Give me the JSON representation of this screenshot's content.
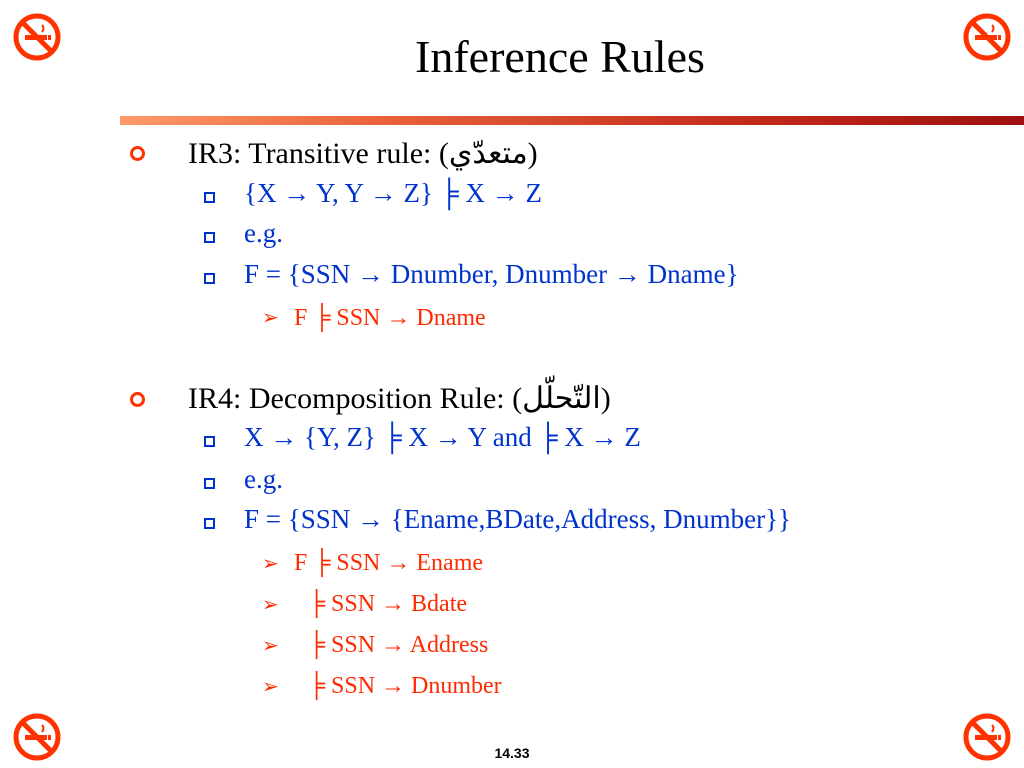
{
  "slide": {
    "title": "Inference Rules",
    "page_number": "14.33",
    "accent_color": "#ff3300",
    "text_color": "#000000",
    "level2_color": "#0033cc",
    "level3_color": "#ff2a00",
    "corner_icon": "no-smoking-sign-icon",
    "bullet_icons": {
      "level1": "circle-bullet-icon",
      "level2": "square-bullet-icon",
      "level3": "arrowhead-bullet-icon"
    },
    "sections": [
      {
        "heading": "IR3: Transitive rule: (متعدّي)",
        "items": [
          {
            "text": "{X → Y, Y → Z} ╞ X → Z"
          },
          {
            "text": "e.g."
          },
          {
            "text": "F = {SSN → Dnumber, Dnumber → Dname}"
          }
        ],
        "subitems": [
          {
            "text": "F ╞ SSN → Dname"
          }
        ]
      },
      {
        "heading": "IR4: Decomposition Rule: (التّحلّل)",
        "items": [
          {
            "text": "X → {Y, Z} ╞ X → Y and ╞ X → Z"
          },
          {
            "text": "e.g."
          },
          {
            "text": "F = {SSN → {Ename,BDate,Address, Dnumber}}"
          }
        ],
        "subitems": [
          {
            "text": "F ╞ SSN → Ename"
          },
          {
            "text": "╞ SSN → Bdate"
          },
          {
            "text": "╞ SSN → Address"
          },
          {
            "text": "╞ SSN → Dnumber"
          }
        ]
      }
    ]
  }
}
